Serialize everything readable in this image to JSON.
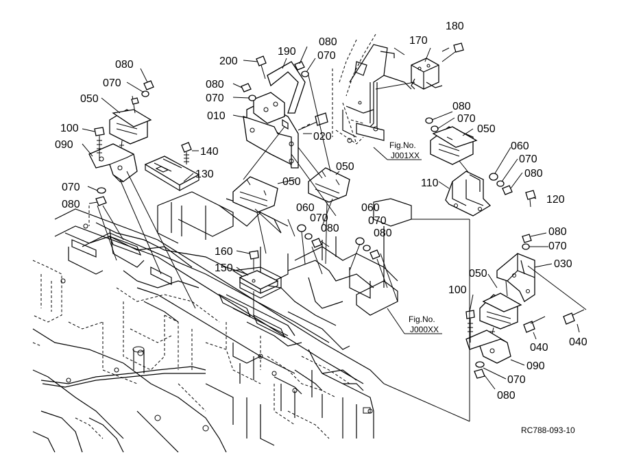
{
  "diagram": {
    "drawing_id": "RC788-093-10",
    "figure_refs": [
      {
        "id": "ref-j001xx",
        "line1": "Fig.No.",
        "line2": "J001XX"
      },
      {
        "id": "ref-j000xx",
        "line1": "Fig.No.",
        "line2": "J000XX"
      }
    ],
    "labels": [
      "080",
      "070",
      "050",
      "100",
      "090",
      "070",
      "080",
      "140",
      "130",
      "200",
      "190",
      "080",
      "070",
      "080",
      "070",
      "010",
      "020",
      "050",
      "050",
      "170",
      "180",
      "080",
      "070",
      "050",
      "060",
      "070",
      "080",
      "110",
      "120",
      "060",
      "070",
      "080",
      "060",
      "070",
      "080",
      "160",
      "150",
      "080",
      "070",
      "030",
      "050",
      "100",
      "040",
      "040",
      "090",
      "070",
      "080"
    ]
  }
}
